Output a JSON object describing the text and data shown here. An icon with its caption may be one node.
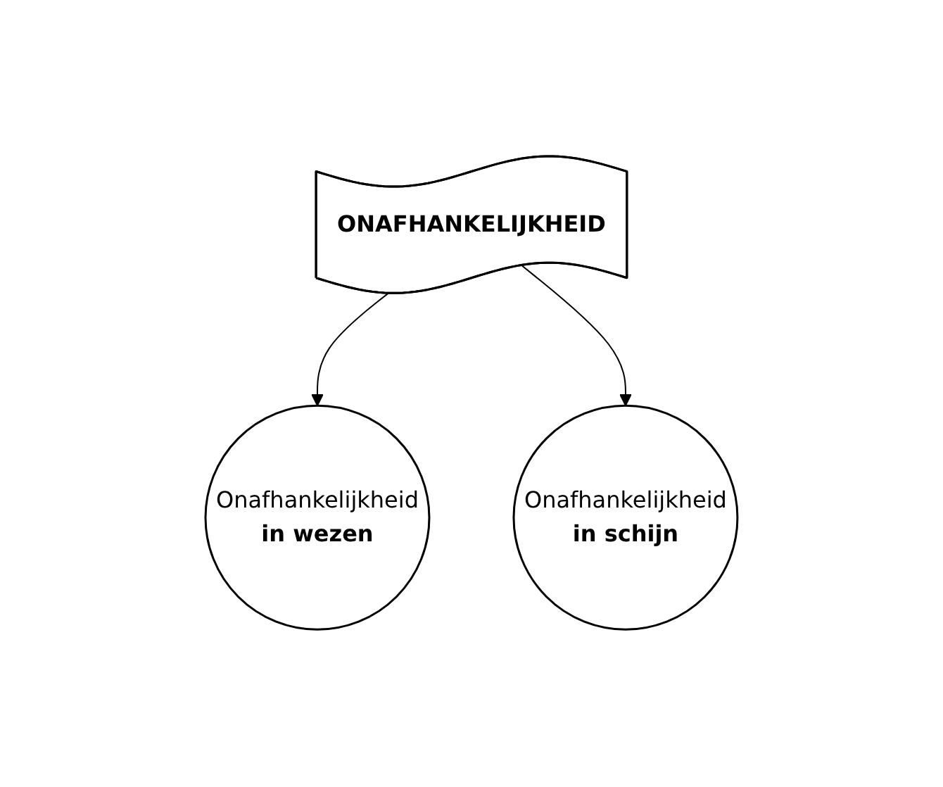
{
  "diagram": {
    "nodes": [
      {
        "text": [
          "ONAFHANKELIJKHEID"
        ]
      },
      {
        "text": [
          "Onafhankelijkheid",
          "in wezen"
        ]
      },
      {
        "text": [
          "Onafhankelijkheid",
          "in schijn"
        ]
      }
    ],
    "edges": [
      {
        "from": 0,
        "to": 1,
        "arrow": "to"
      },
      {
        "from": 0,
        "to": 2,
        "arrow": "to"
      }
    ]
  }
}
